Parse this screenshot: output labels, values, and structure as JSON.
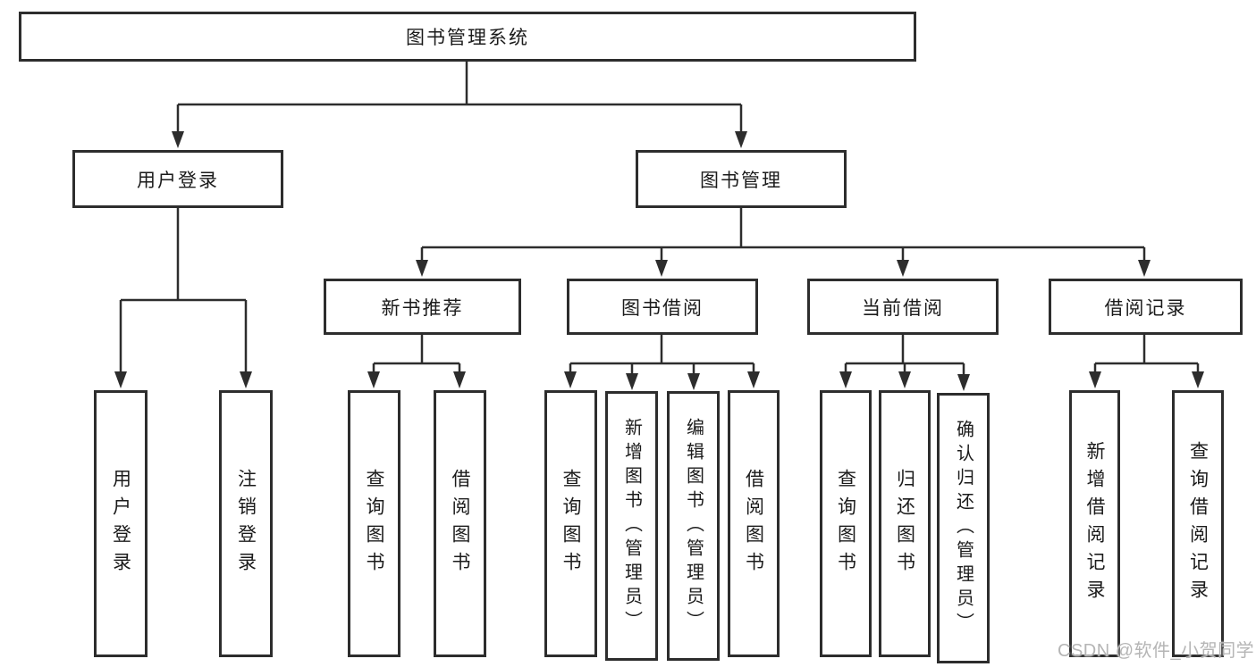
{
  "diagram": {
    "root": "图书管理系统",
    "level2": {
      "user_login": "用户登录",
      "book_mgmt": "图书管理"
    },
    "level3": {
      "new_book_rec": "新书推荐",
      "book_borrow": "图书借阅",
      "current_borrow": "当前借阅",
      "borrow_records": "借阅记录"
    },
    "leaves": {
      "login": "用户登录",
      "logout": "注销登录",
      "nb_query": "查询图书",
      "nb_borrow": "借阅图书",
      "bb_query": "查询图书",
      "bb_add": "新增图书（管理员）",
      "bb_edit": "编辑图书（管理员）",
      "bb_borrow": "借阅图书",
      "cb_query": "查询图书",
      "cb_return": "归还图书",
      "cb_confirm": "确认归还（管理员）",
      "br_add": "新增借阅记录",
      "br_query": "查询借阅记录"
    }
  },
  "watermark": "CSDN @软件_小贺同学",
  "colors": {
    "line": "#2d2d2d",
    "text": "#1b1b1b",
    "watermark": "#b5b5b5",
    "background": "#ffffff"
  }
}
